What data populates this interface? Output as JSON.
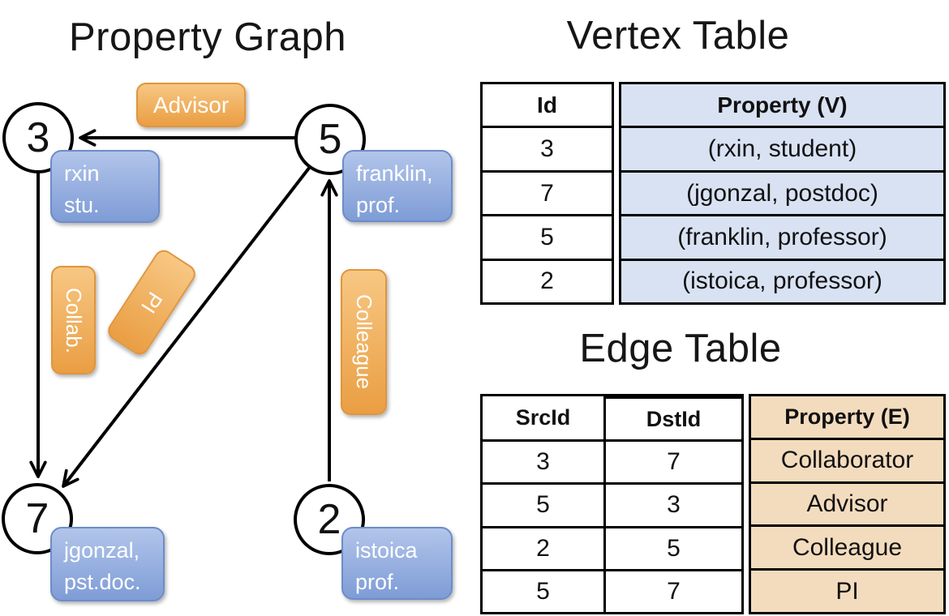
{
  "graph": {
    "title": "Property Graph",
    "nodes": [
      {
        "id": "3",
        "prop_line1": "rxin",
        "prop_line2": "stu."
      },
      {
        "id": "5",
        "prop_line1": "franklin,",
        "prop_line2": "prof."
      },
      {
        "id": "7",
        "prop_line1": "jgonzal,",
        "prop_line2": "pst.doc."
      },
      {
        "id": "2",
        "prop_line1": "istoica",
        "prop_line2": "prof."
      }
    ],
    "edges": [
      {
        "label": "Advisor",
        "src": "5",
        "dst": "3"
      },
      {
        "label": "Collab.",
        "src": "3",
        "dst": "7"
      },
      {
        "label": "PI",
        "src": "5",
        "dst": "7"
      },
      {
        "label": "Colleague",
        "src": "2",
        "dst": "5"
      }
    ]
  },
  "vertex_table": {
    "title": "Vertex Table",
    "columns": [
      "Id",
      "Property (V)"
    ],
    "rows": [
      [
        "3",
        "(rxin, student)"
      ],
      [
        "7",
        "(jgonzal, postdoc)"
      ],
      [
        "5",
        "(franklin, professor)"
      ],
      [
        "2",
        "(istoica, professor)"
      ]
    ]
  },
  "edge_table": {
    "title": "Edge Table",
    "columns": [
      "SrcId",
      "DstId",
      "Property (E)"
    ],
    "rows": [
      [
        "3",
        "7",
        "Collaborator"
      ],
      [
        "5",
        "3",
        "Advisor"
      ],
      [
        "2",
        "5",
        "Colleague"
      ],
      [
        "5",
        "7",
        "PI"
      ]
    ]
  },
  "colors": {
    "vertex_fill": "#d9e2f3",
    "edge_fill": "#f3dcbe",
    "node_box_blue": "#7e9cd6",
    "edge_box_orange": "#ea9e43",
    "line_black": "#000000"
  }
}
